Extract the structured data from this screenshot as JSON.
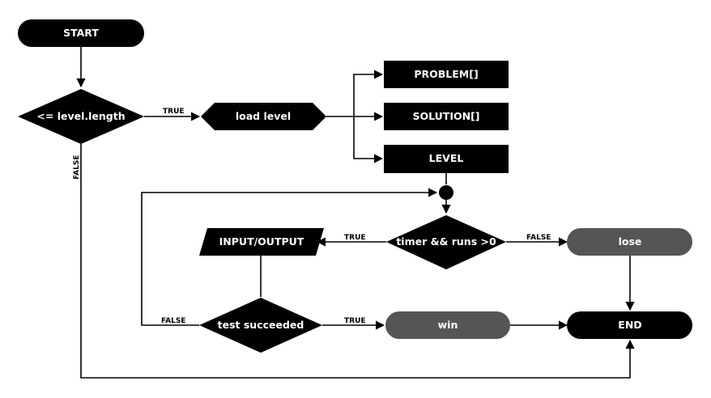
{
  "colors": {
    "node_dark": "#000000",
    "node_gray": "#555555",
    "label_text": "#ffffff",
    "line": "#000000",
    "background": "#ffffff"
  },
  "nodes": {
    "start": "START",
    "level_check": "<= level.length",
    "load_level": "load level",
    "problem": "PROBLEM[]",
    "solution": "SOLUTION[]",
    "level": "LEVEL",
    "timer_check": "timer && runs >0",
    "input_output": "INPUT/OUTPUT",
    "lose": "lose",
    "test_succeeded": "test succeeded",
    "win": "win",
    "end": "END"
  },
  "edge_labels": {
    "level_check_true": "TRUE",
    "level_check_false": "FALSE",
    "timer_true": "TRUE",
    "timer_false": "FALSE",
    "test_true": "TRUE",
    "test_false": "FALSE"
  }
}
